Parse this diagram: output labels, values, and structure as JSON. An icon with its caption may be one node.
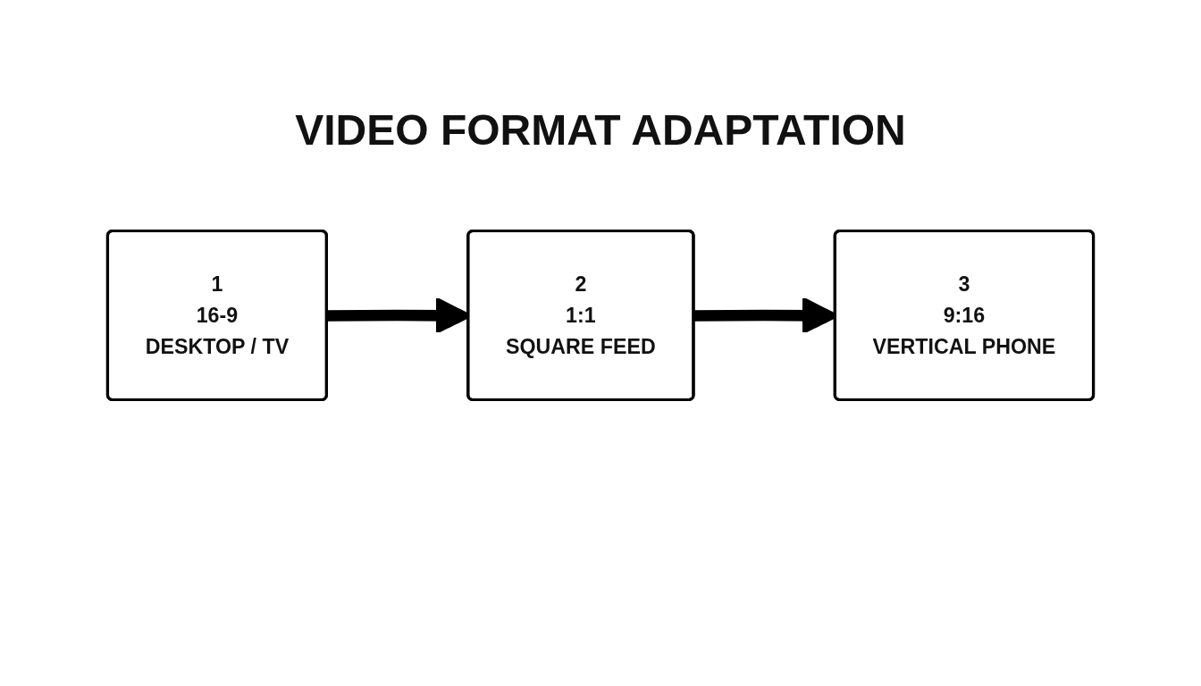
{
  "diagram": {
    "title": "VIDEO FORMAT ADAPTATION",
    "nodes": [
      {
        "text": [
          "1",
          "16-9",
          "DESKTOP / TV"
        ]
      },
      {
        "text": [
          "2",
          "1:1",
          "SQUARE FEED"
        ]
      },
      {
        "text": [
          "3",
          "9:16",
          "VERTICAL PHONE"
        ]
      }
    ],
    "edges": [
      {
        "from": 0,
        "to": 1,
        "arrow": "to"
      },
      {
        "from": 1,
        "to": 2,
        "arrow": "to"
      }
    ]
  }
}
